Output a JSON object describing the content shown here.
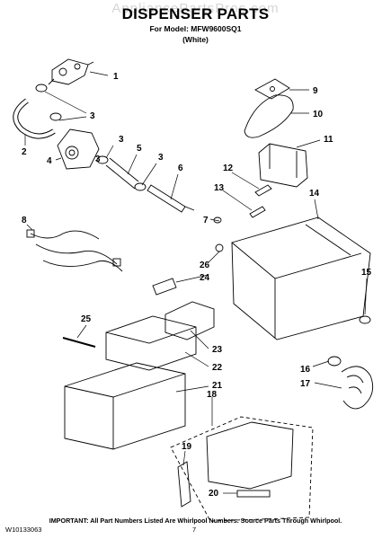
{
  "header": {
    "watermark": "AppliancePartsPros.com",
    "title": "DISPENSER PARTS",
    "model_line": "For Model: MFW9600SQ1",
    "color_line": "(White)"
  },
  "callouts": [
    "1",
    "2",
    "3",
    "3",
    "3",
    "3",
    "4",
    "5",
    "6",
    "7",
    "8",
    "9",
    "10",
    "11",
    "12",
    "13",
    "14",
    "15",
    "16",
    "17",
    "18",
    "19",
    "20",
    "21",
    "22",
    "23",
    "24",
    "25",
    "26"
  ],
  "footer": {
    "note": "IMPORTANT: All Part Numbers Listed Are Whirlpool Numbers. Source Parts Through Whirlpool.",
    "doc_id": "W10133063",
    "page": "7"
  }
}
